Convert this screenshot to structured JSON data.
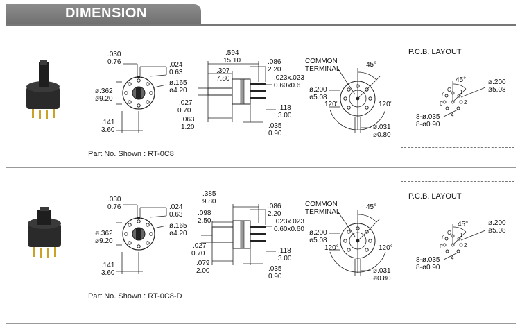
{
  "header": {
    "title": "DIMENSION"
  },
  "sections": [
    {
      "part_label": "Part No. Shown : RT-0C8",
      "front": {
        "d1a": ".030",
        "d1b": "0.76",
        "d2a": ".024",
        "d2b": "0.63",
        "d3a": "ø.362",
        "d3b": "ø9.20",
        "d4a": "ø.165",
        "d4b": "ø4.20",
        "d5a": ".141",
        "d5b": "3.60"
      },
      "side": {
        "s1a": ".594",
        "s1b": "15.10",
        "s2a": ".307",
        "s2b": "7.80",
        "s3a": ".086",
        "s3b": "2.20",
        "s4a": ".023x.023",
        "s4b": "0.60x0.6",
        "s5a": ".027",
        "s5b": "0.70",
        "s6a": ".118",
        "s6b": "3.00",
        "s7a": ".063",
        "s7b": "1.20",
        "s8a": ".035",
        "s8b": "0.90"
      },
      "term": {
        "common1": "COMMON",
        "common2": "TERMINAL",
        "angle_top": "45°",
        "dia_a": "ø.200",
        "dia_b": "ø5.08",
        "angle_l": "120°",
        "angle_r": "120°",
        "pin_a": "ø.031",
        "pin_b": "ø0.80"
      },
      "pcb": {
        "title": "P.C.B. LAYOUT",
        "angle": "45°",
        "dia_a": "ø.200",
        "dia_b": "ø5.08",
        "holes_a": "8-ø.035",
        "holes_b": "8-ø0.90",
        "pin_c": "C",
        "pin_1": "1",
        "pin_2": "2",
        "pin_4": "4",
        "pin_6": "6",
        "pin_7": "7"
      }
    },
    {
      "part_label": "Part No. Shown : RT-0C8-D",
      "front": {
        "d1a": ".030",
        "d1b": "0.76",
        "d2a": ".024",
        "d2b": "0.63",
        "d3a": "ø.362",
        "d3b": "ø9.20",
        "d4a": "ø.165",
        "d4b": "ø4.20",
        "d5a": ".141",
        "d5b": "3.60"
      },
      "side": {
        "s1a": ".385",
        "s1b": "9.80",
        "s2a": ".098",
        "s2b": "2.50",
        "s3a": ".086",
        "s3b": "2.20",
        "s4a": ".023x.023",
        "s4b": "0.60x0.60",
        "s5a": ".027",
        "s5b": "0.70",
        "s6a": ".118",
        "s6b": "3.00",
        "s7a": ".079",
        "s7b": "2.00",
        "s8a": ".035",
        "s8b": "0.90"
      },
      "term": {
        "common1": "COMMON",
        "common2": "TERMINAL",
        "angle_top": "45°",
        "dia_a": "ø.200",
        "dia_b": "ø5.08",
        "angle_l": "120°",
        "angle_r": "120°",
        "pin_a": "ø.031",
        "pin_b": "ø0.80"
      },
      "pcb": {
        "title": "P.C.B. LAYOUT",
        "angle": "45°",
        "dia_a": "ø.200",
        "dia_b": "ø5.08",
        "holes_a": "8-ø.035",
        "holes_b": "8-ø0.90",
        "pin_c": "C",
        "pin_1": "1",
        "pin_2": "2",
        "pin_4": "4",
        "pin_6": "6",
        "pin_7": "7"
      }
    }
  ]
}
